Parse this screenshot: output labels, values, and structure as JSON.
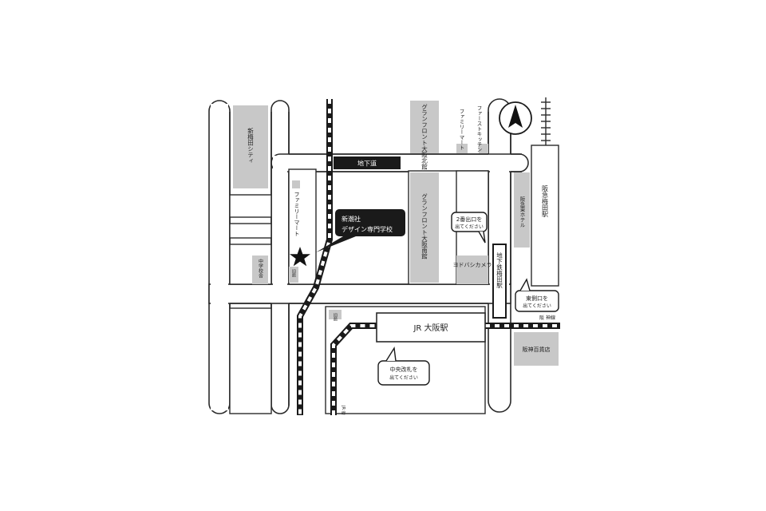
{
  "map": {
    "colors": {
      "road": "#ffffff",
      "outline": "#2a2a2a",
      "building": "#c8c8c8",
      "highlight": "#1a1a1a"
    },
    "north_icon": "north-arrow-icon",
    "destination_icon": "star-icon",
    "destination": {
      "line1": "新潮社",
      "line2": "デザイン専門学校"
    },
    "labels": {
      "west_building": "新梅田シティ",
      "family_mart_1": "ファミリーマート",
      "family_mart_2": "ファミリーマート",
      "first_kitchen": "ファーストキッチン",
      "grand_north": "グランフロント大阪北館",
      "grand_south": "グランフロント大阪南館",
      "underground": "地下道",
      "small_left": "中学校舎",
      "small_label_a": "旧館",
      "exit2": "2番出口を",
      "exit2_sub": "出てください",
      "yodobashi": "ヨドバシカメラ",
      "subway": "地下鉄梅田駅",
      "hankyu_hotel": "阪急東ホテル",
      "hankyu_station": "阪急梅田駅",
      "east_exit": "東側口を",
      "east_exit_sub": "出てください",
      "jr_station": "JR 大阪駅",
      "central_exit": "中央改札を",
      "central_exit_sub": "出てください",
      "hanshin": "阪神百貨店",
      "rail_label_right": "阪 神線",
      "rail_label_bottom": "JR 線",
      "small_label_b": "旧館"
    }
  }
}
